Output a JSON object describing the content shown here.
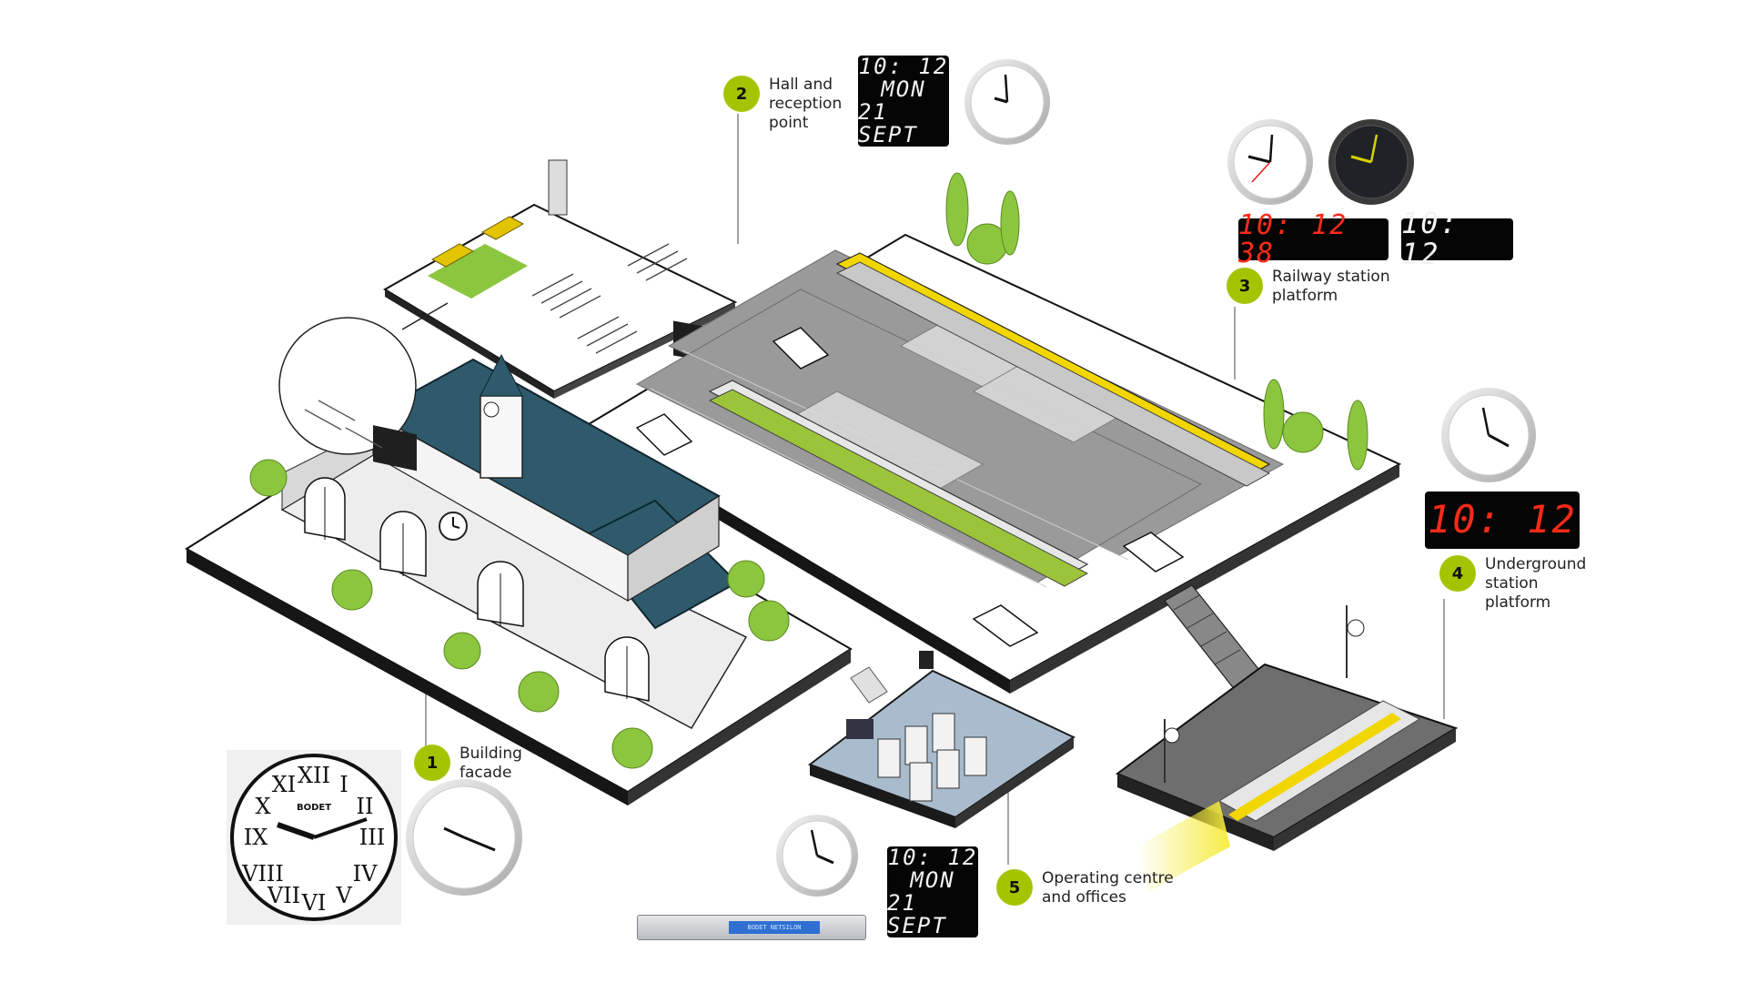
{
  "callouts": [
    {
      "num": "1",
      "label": "Building\nfacade"
    },
    {
      "num": "2",
      "label": "Hall and\nreception\npoint"
    },
    {
      "num": "3",
      "label": "Railway station\nplatform"
    },
    {
      "num": "4",
      "label": "Underground\nstation\nplatform"
    },
    {
      "num": "5",
      "label": "Operating centre\nand offices"
    }
  ],
  "displays": {
    "hall": {
      "lines": [
        "10: 12",
        "MON",
        "21 SEPT"
      ]
    },
    "platform_seconds": {
      "lines": [
        "10: 12 38"
      ]
    },
    "platform_time": {
      "lines": [
        "10: 12"
      ]
    },
    "underground": {
      "lines": [
        "10: 12"
      ]
    },
    "operating": {
      "lines": [
        "10: 12",
        "MON",
        "21 SEPT"
      ]
    }
  },
  "clock_brand": "BODET",
  "rack_display": "BODET NETSILON",
  "colors": {
    "accent": "#a5c400",
    "roof": "#2e5a6b",
    "train_yellow": "#f2d600",
    "led_red": "#ff2a1a"
  },
  "icons": [
    "clock-icon",
    "tree-icon",
    "escalator-icon",
    "train-icon"
  ]
}
